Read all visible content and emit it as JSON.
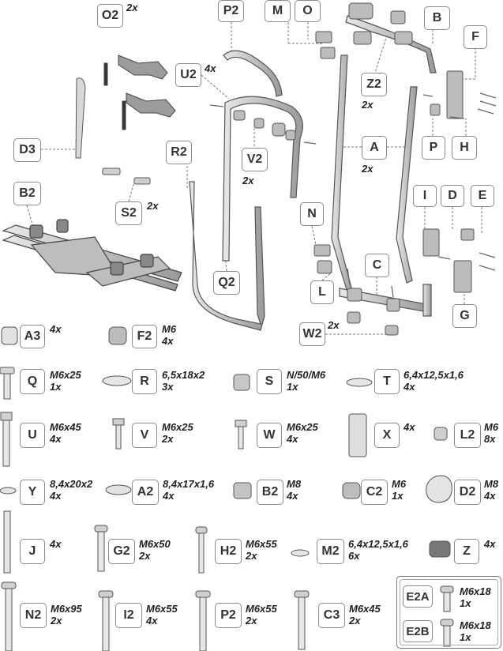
{
  "diagram": {
    "assembly_labels": {
      "O2": "O2",
      "P2": "P2",
      "M": "M",
      "O": "O",
      "B": "B",
      "F": "F",
      "U2": "U2",
      "Z2": "Z2",
      "D3": "D3",
      "R2": "R2",
      "V2": "V2",
      "A": "A",
      "P": "P",
      "H": "H",
      "B2": "B2",
      "S2": "S2",
      "I": "I",
      "D": "D",
      "E": "E",
      "N": "N",
      "C": "C",
      "Q2": "Q2",
      "L": "L",
      "G": "G",
      "W2": "W2"
    },
    "assembly_qty": {
      "O2": "2x",
      "U2": "4x",
      "Z2": "2x",
      "V2": "2x",
      "A": "2x",
      "S2": "2x",
      "W2": "2x"
    }
  },
  "hardware": [
    {
      "code": "A3",
      "size": "",
      "qty": "4x"
    },
    {
      "code": "F2",
      "size": "M6",
      "qty": "4x"
    },
    {
      "code": "Q",
      "size": "M6x25",
      "qty": "1x"
    },
    {
      "code": "R",
      "size": "6,5x18x2",
      "qty": "3x"
    },
    {
      "code": "S",
      "size": "N/50/M6",
      "qty": "1x"
    },
    {
      "code": "T",
      "size": "6,4x12,5x1,6",
      "qty": "4x"
    },
    {
      "code": "U",
      "size": "M6x45",
      "qty": "4x"
    },
    {
      "code": "V",
      "size": "M6x25",
      "qty": "2x"
    },
    {
      "code": "W",
      "size": "M6x25",
      "qty": "4x"
    },
    {
      "code": "X",
      "size": "",
      "qty": "4x"
    },
    {
      "code": "L2",
      "size": "M6",
      "qty": "8x"
    },
    {
      "code": "Y",
      "size": "8,4x20x2",
      "qty": "4x"
    },
    {
      "code": "A2",
      "size": "8,4x17x1,6",
      "qty": "4x"
    },
    {
      "code": "B2",
      "size": "M8",
      "qty": "4x"
    },
    {
      "code": "C2",
      "size": "M6",
      "qty": "1x"
    },
    {
      "code": "D2",
      "size": "M8",
      "qty": "4x"
    },
    {
      "code": "J",
      "size": "",
      "qty": "4x"
    },
    {
      "code": "G2",
      "size": "M6x50",
      "qty": "2x"
    },
    {
      "code": "H2",
      "size": "M6x55",
      "qty": "2x"
    },
    {
      "code": "M2",
      "size": "6,4x12,5x1,6",
      "qty": "6x"
    },
    {
      "code": "Z",
      "size": "",
      "qty": "4x"
    },
    {
      "code": "N2",
      "size": "M6x95",
      "qty": "2x"
    },
    {
      "code": "I2",
      "size": "M6x55",
      "qty": "4x"
    },
    {
      "code": "P2",
      "size": "M6x55",
      "qty": "2x"
    },
    {
      "code": "C3",
      "size": "M6x45",
      "qty": "2x"
    },
    {
      "code": "E2A",
      "size": "M6x18",
      "qty": "1x"
    },
    {
      "code": "E2B",
      "size": "M6x18",
      "qty": "1x"
    }
  ]
}
